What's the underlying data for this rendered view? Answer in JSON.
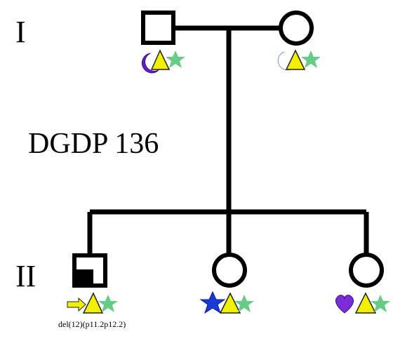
{
  "pedigree": {
    "title": "DGDP 136",
    "generations": [
      "I",
      "II"
    ],
    "individuals": [
      {
        "id": "I-1",
        "sex": "male",
        "affected": false,
        "markers": [
          "purple-moon",
          "yellow-triangle",
          "green-star"
        ]
      },
      {
        "id": "I-2",
        "sex": "female",
        "affected": false,
        "markers": [
          "lightblue-moon",
          "yellow-triangle",
          "green-star"
        ]
      },
      {
        "id": "II-1",
        "sex": "male",
        "affected": true,
        "markers": [
          "yellow-arrow",
          "yellow-triangle",
          "green-star"
        ],
        "karyotype": "del(12)(p11.2p12.2)"
      },
      {
        "id": "II-2",
        "sex": "female",
        "affected": false,
        "markers": [
          "blue-star",
          "yellow-triangle",
          "green-star"
        ]
      },
      {
        "id": "II-3",
        "sex": "female",
        "affected": false,
        "markers": [
          "purple-heart",
          "yellow-triangle",
          "green-star"
        ]
      }
    ]
  },
  "colors": {
    "line": "#000000",
    "affected_fill": "#000000",
    "purple": "#6a1ec8",
    "light_blue": "#9cc6f0",
    "yellow": "#f0f000",
    "green_star": "#66cc88",
    "blue_star": "#1a3ad8"
  }
}
